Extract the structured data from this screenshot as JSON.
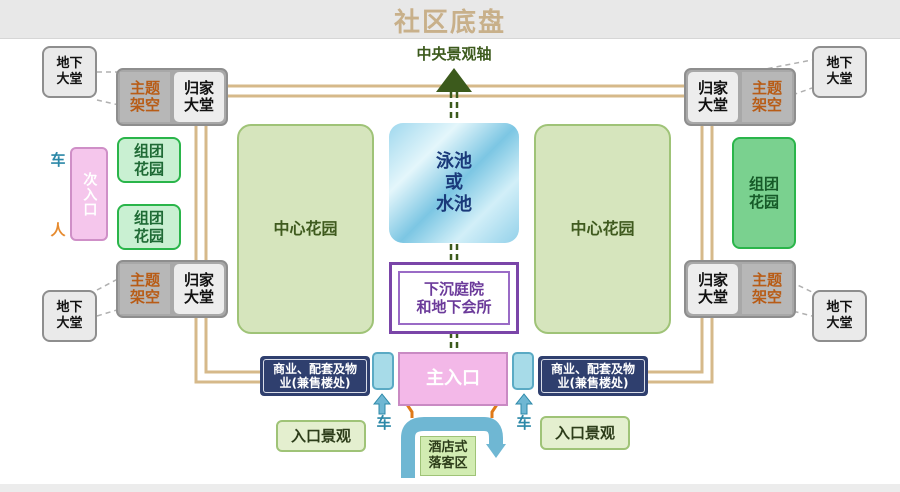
{
  "title": "社区底盘",
  "axis_label": "中央景观轴",
  "central_gardens": [
    "中心花园",
    "中心花园"
  ],
  "pool": "泳池\n或\n水池",
  "sunken": "下沉庭院\n和地下会所",
  "group_gardens": [
    "组团\n花园",
    "组团\n花园",
    "组团\n花园"
  ],
  "lobbies": {
    "theme": "主题\n架空",
    "home": "归家\n大堂",
    "underground": "地下\n大堂"
  },
  "commerce": "商业、配套及物\n业(兼售楼处)",
  "main_entrance": "主入口",
  "entrance_landscape": "入口景观",
  "hotel_dropoff": "酒店式\n落客区",
  "car": "车",
  "person": "人",
  "secondary_entrance": "次入口",
  "colors": {
    "road": "#d6b98a",
    "garden": "#d6e5bd",
    "group_garden": "#c9f0d2",
    "axis_arrow": "#3c5a1c",
    "pool": "#9fd8ee",
    "sunken": "#7a45a8",
    "commerce": "#2f3f6e",
    "main_entrance": "#f3b8e8",
    "person_arrow": "#f08c2a",
    "car_arrow": "#6fb7d3"
  }
}
